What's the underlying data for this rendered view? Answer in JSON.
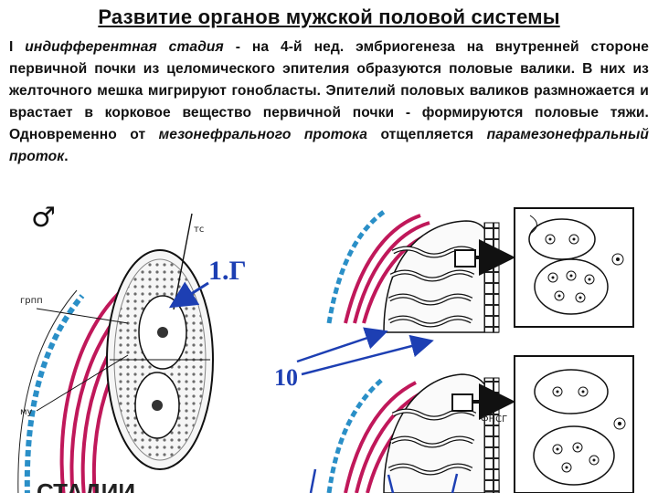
{
  "title": "Развитие органов мужской половой системы",
  "paragraph": {
    "stage_num": "I",
    "stage_name": "индифферентная стадия",
    "p1": " - на 4-й нед. эмбриогенеза на внутренней стороне первичной почки из целомического эпителия образуются половые валики. В них из желточного мешка мигрируют гонобласты. Эпителий половых валиков размножается и врастает в корковое вещество первичной почки - формируются половые тяжи. Одновременно от ",
    "duct": "мезонефрального протока",
    "p2": " отщепляется ",
    "paraduct": "парамезонефральный проток",
    "end": "."
  },
  "figure": {
    "male_symbol": "♂",
    "labels": {
      "tc": "тс",
      "grpp": "грпп",
      "mu": "му",
      "fnsg": "ФНСГ",
      "bottom_partial": "СТАДИИ"
    },
    "annotations": {
      "a1": "1.Г",
      "a2": "10"
    },
    "colors": {
      "annotation": "#1d3fb3",
      "red_duct": "#c0185a",
      "blue_duct": "#2a8fc7"
    }
  }
}
